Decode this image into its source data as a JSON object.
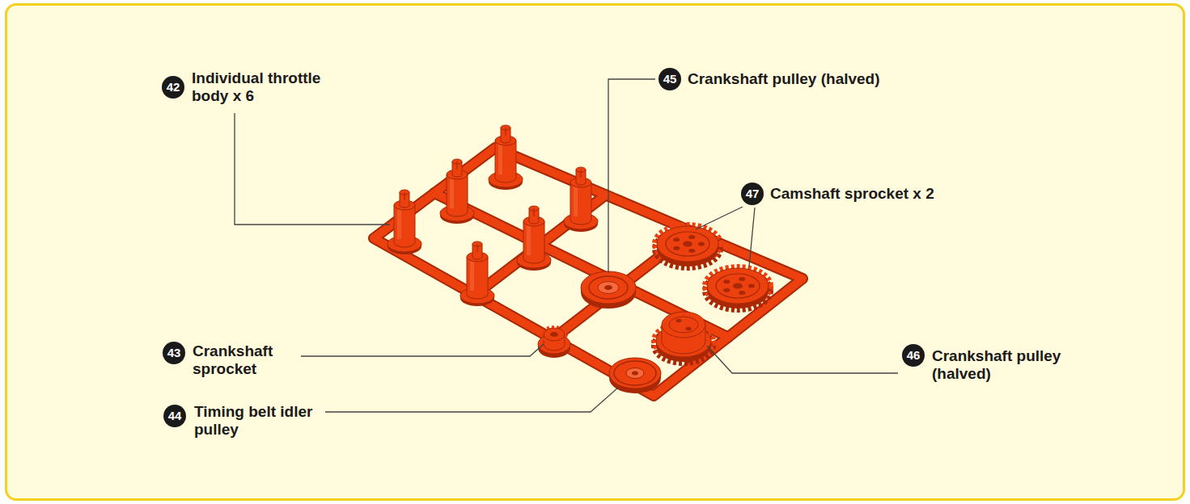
{
  "diagram": {
    "labels": [
      "42",
      "Individual throttle body x 6",
      "45",
      "Crankshaft pulley (halved)",
      "47",
      "Camshaft sprocket x 2",
      "43",
      "Crankshaft sprocket",
      "44",
      "Timing belt idler pulley",
      "46",
      "Crankshaft pulley (halved)"
    ]
  }
}
